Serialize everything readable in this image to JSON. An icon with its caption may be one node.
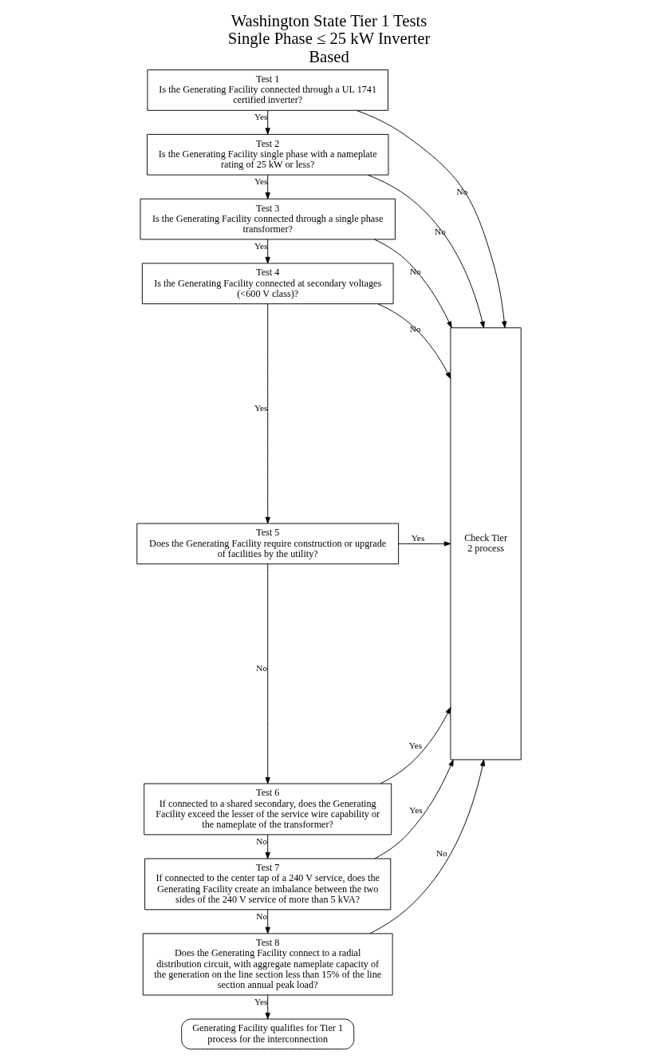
{
  "diagram": {
    "title": "Washington State Tier 1 Tests Single Phase ≤ 25 kW Inverter Based",
    "nodes": [
      {
        "text": [
          "Test 1",
          "Is the Generating Facility connected through a UL 1741 certified inverter?"
        ]
      },
      {
        "text": [
          "Test 2",
          "Is the Generating Facility single phase with a nameplate rating of 25 kW or less?"
        ]
      },
      {
        "text": [
          "Test 3",
          "Is the Generating Facility connected through a single phase transformer?"
        ]
      },
      {
        "text": [
          "Test 4",
          "Is the Generating Facility connected at secondary voltages (<600 V class)?"
        ]
      },
      {
        "text": [
          "Test 5",
          "Does the Generating Facility require construction or upgrade of facilities by the utility?"
        ]
      },
      {
        "text": [
          "Test 6",
          "If connected to a shared secondary, does the Generating Facility exceed the lesser of the service wire capability or the nameplate of the transformer?"
        ]
      },
      {
        "text": [
          "Test 7",
          "If connected to the center tap of a 240 V service, does the Generating Facility create an imbalance between the two sides of the 240 V service of more than 5 kVA?"
        ]
      },
      {
        "text": [
          "Test 8",
          "Does the Generating Facility connect to a radial distribution circuit, with aggregate nameplate capacity of the generation on the line section less than 15% of the line section annual peak load?"
        ]
      },
      {
        "text": [
          "Generating Facility qualifies for Tier 1 process for the interconnection"
        ]
      },
      {
        "text": [
          "Check Tier 2 process"
        ]
      }
    ],
    "edges": [
      {
        "from": 0,
        "to": 9,
        "label": "No",
        "arrow": "to"
      },
      {
        "from": 0,
        "to": 1,
        "label": "Yes",
        "arrow": "to"
      },
      {
        "from": 1,
        "to": 9,
        "label": "No",
        "arrow": "to"
      },
      {
        "from": 1,
        "to": 2,
        "label": "Yes",
        "arrow": "to"
      },
      {
        "from": 2,
        "to": 9,
        "label": "No",
        "arrow": "to"
      },
      {
        "from": 2,
        "to": 3,
        "label": "Yes",
        "arrow": "to"
      },
      {
        "from": 3,
        "to": 9,
        "label": "No",
        "arrow": "to"
      },
      {
        "from": 3,
        "to": 4,
        "label": "Yes",
        "arrow": "to"
      },
      {
        "from": 4,
        "to": 9,
        "label": "Yes",
        "arrow": "to"
      },
      {
        "from": 4,
        "to": 5,
        "label": "No",
        "arrow": "to"
      },
      {
        "from": 5,
        "to": 9,
        "label": "Yes",
        "arrow": "to"
      },
      {
        "from": 5,
        "to": 6,
        "label": "No",
        "arrow": "to"
      },
      {
        "from": 6,
        "to": 9,
        "label": "Yes",
        "arrow": "to"
      },
      {
        "from": 6,
        "to": 7,
        "label": "No",
        "arrow": "to"
      },
      {
        "from": 7,
        "to": 9,
        "label": "No",
        "arrow": "to"
      },
      {
        "from": 7,
        "to": 8,
        "label": "Yes",
        "arrow": "to"
      }
    ]
  }
}
